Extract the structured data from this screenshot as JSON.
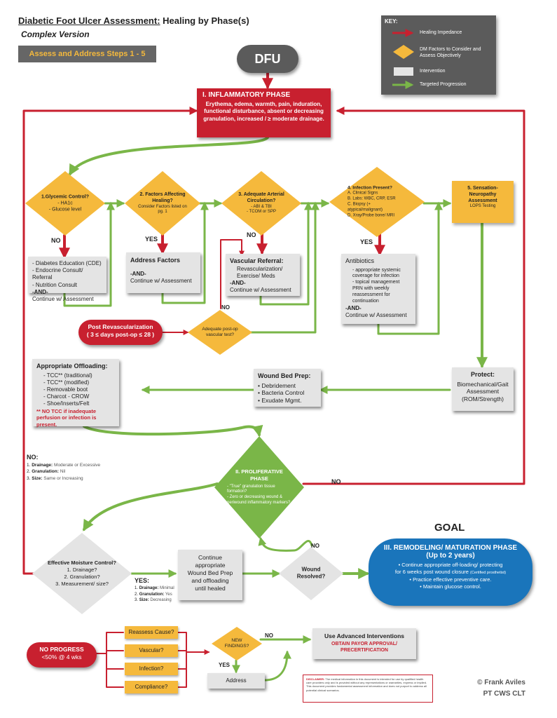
{
  "header": {
    "title": "Diabetic Foot Ulcer Assessment:",
    "title_suffix": "Healing by Phase(s)",
    "subtitle": "Complex Version",
    "steps_banner": "Assess and Address Steps 1 - 5"
  },
  "key": {
    "title": "KEY:",
    "items": [
      {
        "icon": "red-arrow-icon",
        "label": "Healing Impedance"
      },
      {
        "icon": "yellow-diamond-icon",
        "label": "DM Factors to Consider and Assess Objectively"
      },
      {
        "icon": "gray-box-icon",
        "label": "Intervention"
      },
      {
        "icon": "green-arrow-icon",
        "label": "Targeted Progression"
      }
    ]
  },
  "start": {
    "label": "DFU"
  },
  "inflammatory": {
    "title": "I. INFLAMMATORY PHASE",
    "body": "Erythema, edema, warmth, pain, induration, functional disturbance, absent or decreasing granulation, increased / ≥ moderate drainage."
  },
  "steps": {
    "glycemic": {
      "title": "1.Glycemic Control?",
      "items": [
        "- HA1c",
        "- Glucose level"
      ]
    },
    "factors": {
      "title": "2. Factors Affecting Healing?",
      "sub": "Consider Factors listed on pg. 1"
    },
    "arterial": {
      "title": "3. Adequate Arterial Circulation?",
      "items": [
        "- ABI & TBI",
        "- TCOM or SPP"
      ]
    },
    "infection": {
      "title": "4. Infection Present?",
      "items": [
        "A. Clinical Signs",
        "B. Labs: WBC, CRP, ESR",
        "C. Biopsy (+ atypical/malignant)",
        "D. Xray/Probe bone/ MRI"
      ]
    },
    "sensation": {
      "title": "5. Sensation-Neuropathy Assessment",
      "sub": "LOPS Testing"
    }
  },
  "labels": {
    "no": "NO",
    "yes": "YES"
  },
  "boxes": {
    "diabetes": {
      "lines": [
        "- Diabetes Education (CDE)",
        "- Endocrine Consult/ Referral",
        "- Nutrition Consult"
      ],
      "and": "-AND-",
      "cont": "Continue w/ Assessment"
    },
    "address_factors": {
      "title": "Address Factors",
      "and": "-AND-",
      "cont": "Continue w/ Assessment"
    },
    "vascular_referral": {
      "title": "Vascular Referral:",
      "lines": [
        "Revascularization/",
        "Exercise/ Meds"
      ],
      "and": "-AND-",
      "cont": "Continue w/ Assessment"
    },
    "antibiotics": {
      "title": "Antibiotics",
      "lines": [
        "- appropriate systemic coverage for infection",
        "- topical management PRN with weekly reassessment for continuation"
      ],
      "and": "-AND-",
      "cont": "Continue w/ Assessment"
    },
    "offloading": {
      "title": "Appropriate Offloading:",
      "lines": [
        "- TCC** (traditional)",
        "- TCC** (modified)",
        "- Removable boot",
        "- Charcot - CROW",
        "- Shoe/Inserts/Felt"
      ],
      "warning": "** NO TCC if inadequate perfusion or infection is present."
    },
    "wound_bed": {
      "title": "Wound Bed Prep:",
      "lines": [
        "• Debridement",
        "• Bacteria Control",
        "• Exudate Mgmt."
      ]
    },
    "protect": {
      "title": "Protect:",
      "lines": [
        "Biomechanical/Gait",
        "Assessment",
        "(ROM/Strength)"
      ]
    }
  },
  "post_revasc": {
    "title": "Post Revascularization",
    "sub": "( 3 ≤ days post-op ≤ 28 )"
  },
  "vascular_test": {
    "label": "Adequate post-op vascular test?"
  },
  "no_criteria": {
    "title": "NO:",
    "items": [
      {
        "n": "1.",
        "k": "Drainage:",
        "v": "Moderate or Excessive"
      },
      {
        "n": "2.",
        "k": "Granulation:",
        "v": "Nil"
      },
      {
        "n": "3.",
        "k": "Size:",
        "v": "Same or Increasing"
      }
    ]
  },
  "proliferative": {
    "title": "II. PROLIFERATIVE PHASE",
    "items": [
      "- \"True\" granulation tissue formation?",
      "- Zero or decreasing wound & periwound inflammatory markers?"
    ]
  },
  "goal": {
    "label": "GOAL"
  },
  "remodeling": {
    "title": "III. REMODELING/ MATURATION PHASE",
    "sub": "(Up to 2 years)",
    "lines": [
      "• Continue appropriate off-loading/ protecting",
      "for 6 weeks post wound closure",
      "(Certified prosthetist)",
      "• Practice effective preventive care.",
      "• Maintain glucose control."
    ]
  },
  "moisture": {
    "title": "Effective Moisture Control?",
    "items": [
      "1. Drainage?",
      "2. Granulation?",
      "3. Measurement/ size?"
    ]
  },
  "yes_criteria": {
    "title": "YES:",
    "items": [
      {
        "n": "1.",
        "k": "Drainage:",
        "v": "Minimal"
      },
      {
        "n": "2.",
        "k": "Granulation:",
        "v": "Yes"
      },
      {
        "n": "3.",
        "k": "Size:",
        "v": "Decreasing"
      }
    ]
  },
  "continue_box": {
    "lines": [
      "Continue",
      "appropriate",
      "Wound Bed Prep",
      "and offloading",
      "until healed"
    ]
  },
  "resolved": {
    "label": "Wound Resolved?"
  },
  "no_progress": {
    "title": "NO PROGRESS",
    "sub": "<50% @ 4 wks"
  },
  "reassess": [
    "Reassess Cause?",
    "Vascular?",
    "Infection?",
    "Compliance?"
  ],
  "new_findings": {
    "label": "NEW FINDINGS?"
  },
  "address": {
    "label": "Address"
  },
  "advanced": {
    "title": "Use Advanced Interventions",
    "sub": "OBTAIN PAYOR APPROVAL/ PRECERTIFICATION"
  },
  "disclaimer": {
    "label": "DISCLAIMER:",
    "text": "The medical information in this document is intended for use by qualified health care providers only and is provided without any representations or warranties, express or implied. This document provides fundamental assessment information and does not purport to address all potential clinical scenarios."
  },
  "copyright": {
    "line1": "© Frank Aviles",
    "line2": "PT CWS CLT"
  },
  "colors": {
    "red": "#c8202f",
    "green": "#7ab648",
    "yellow": "#f5b93c",
    "gray": "#e4e4e4",
    "blue": "#1a75bb",
    "dark": "#5b5b5b"
  }
}
